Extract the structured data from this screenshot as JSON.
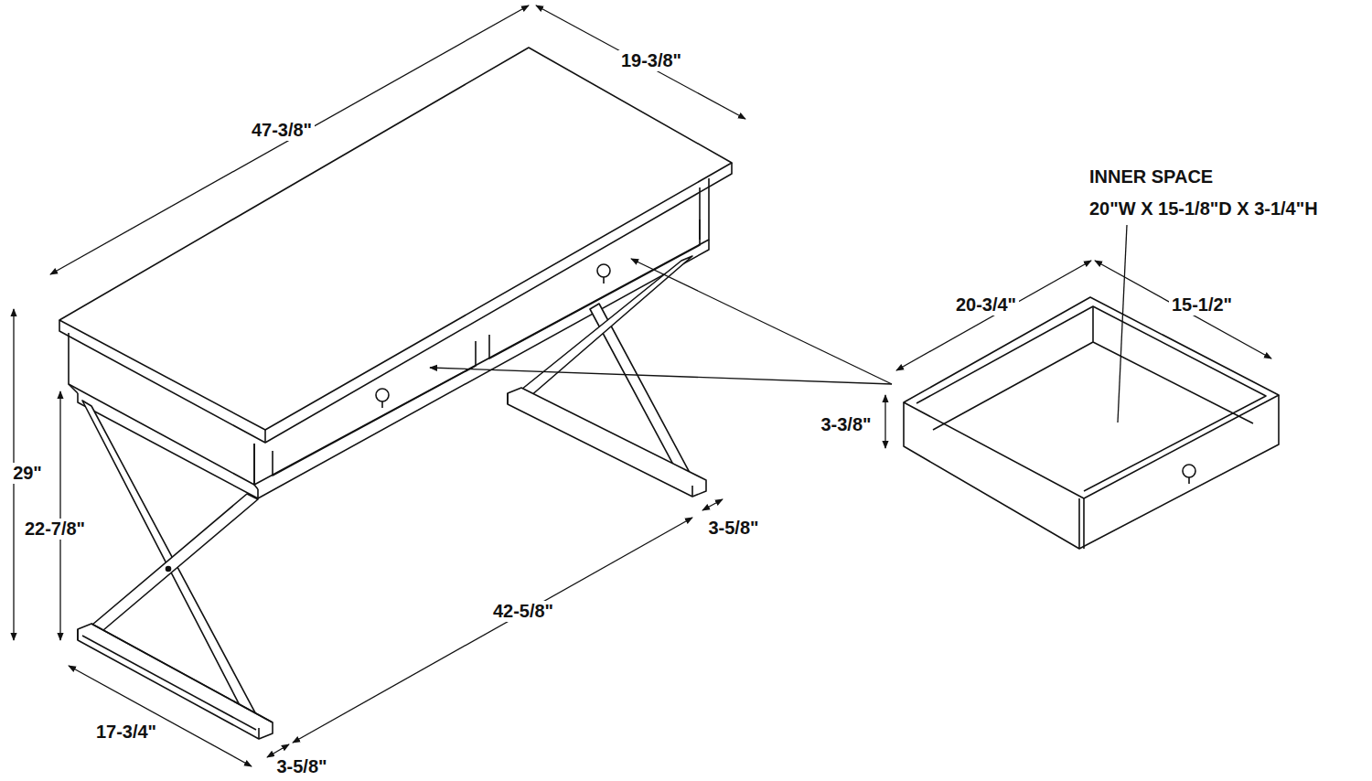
{
  "diagram": {
    "labels": [
      "47-3/8\"",
      "19-3/8\"",
      "29\"",
      "22-7/8\"",
      "17-3/4\"",
      "3-5/8\"",
      "42-5/8\"",
      "3-5/8\"",
      "INNER SPACE",
      "20\"W X 15-1/8\"D X 3-1/4\"H",
      "20-3/4\"",
      "15-1/2\"",
      "3-3/8\""
    ]
  }
}
